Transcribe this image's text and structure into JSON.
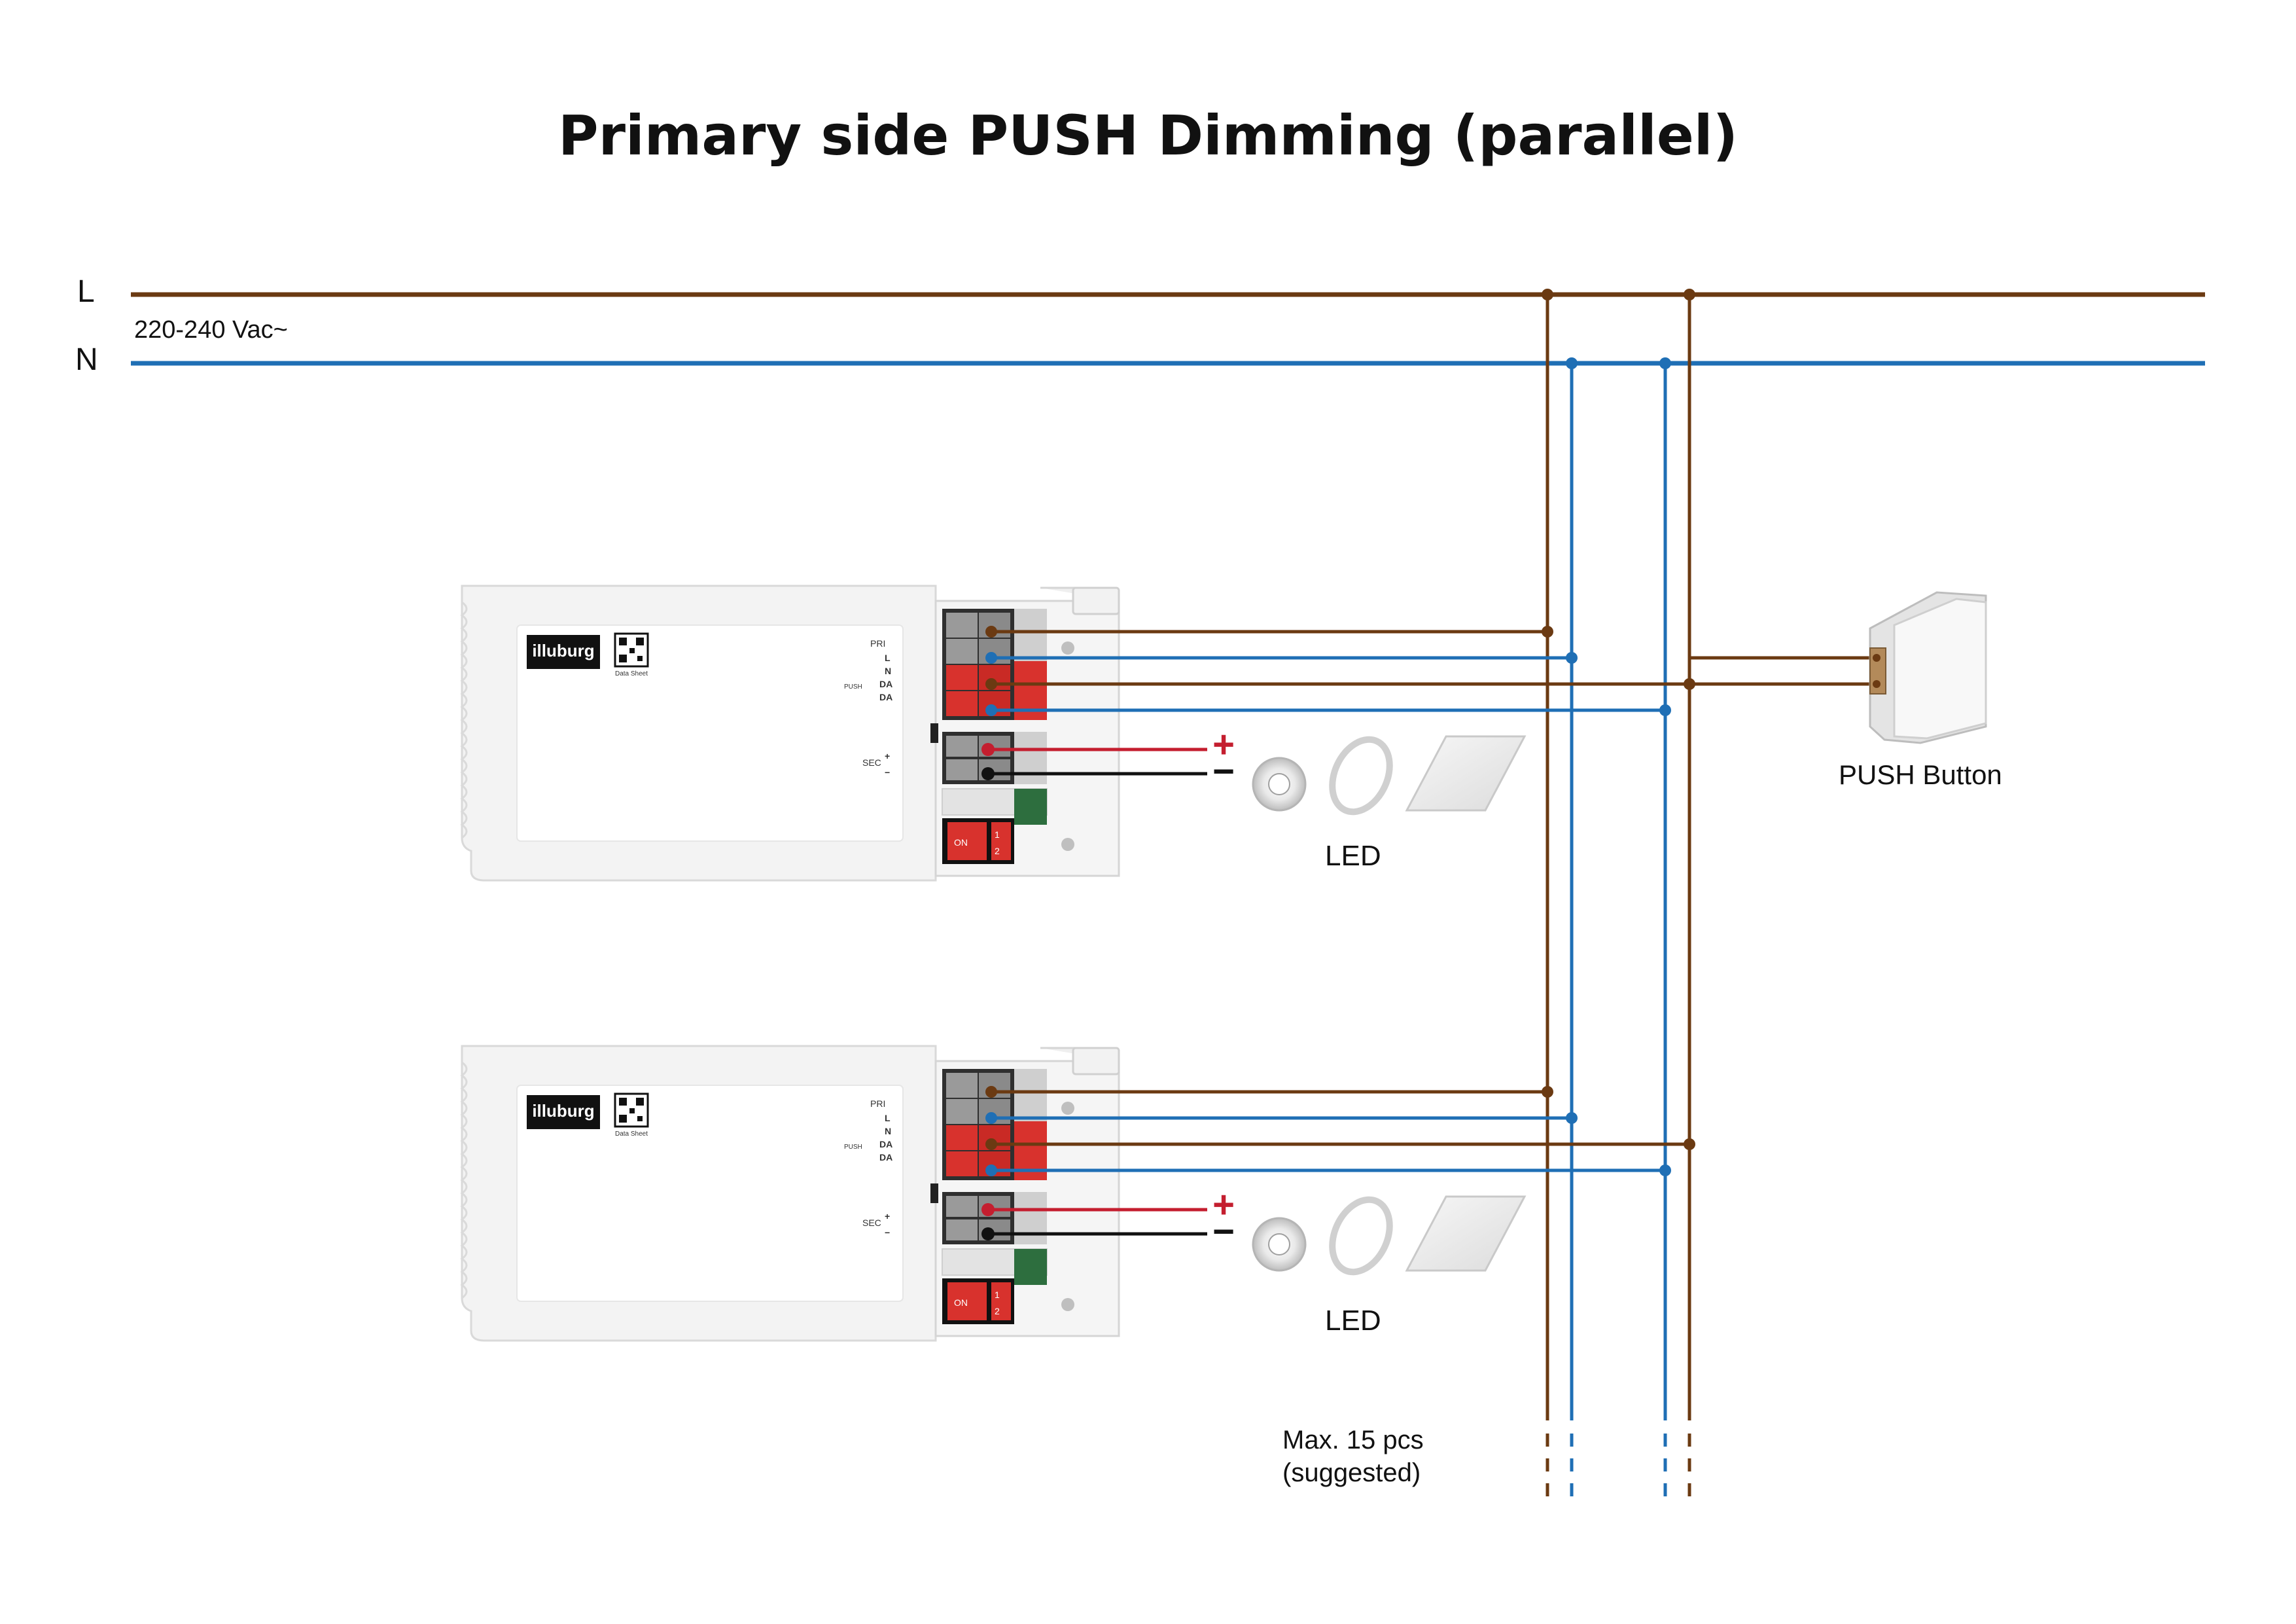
{
  "title": "Primary side PUSH Dimming (parallel)",
  "mains": {
    "line_label": "L",
    "neutral_label": "N",
    "voltage": "220-240 Vac~"
  },
  "colors": {
    "line_wire": "#6b3a12",
    "neutral_wire": "#1f6fb5",
    "positive_wire": "#c41e2f",
    "negative_wire": "#111111",
    "terminal_red": "#d8322d"
  },
  "drivers": [
    {
      "brand": "illuburg",
      "qr_caption": "Data Sheet",
      "primary_label": "PRI",
      "secondary_label": "SEC",
      "terminals": [
        "L",
        "N",
        "DA",
        "DA"
      ],
      "push_label": "PUSH",
      "led_plus": "+",
      "led_minus": "−",
      "dip_on": "ON",
      "dip_1": "1",
      "dip_2": "2",
      "led_label": "LED"
    },
    {
      "brand": "illuburg",
      "qr_caption": "Data Sheet",
      "primary_label": "PRI",
      "secondary_label": "SEC",
      "terminals": [
        "L",
        "N",
        "DA",
        "DA"
      ],
      "push_label": "PUSH",
      "led_plus": "+",
      "led_minus": "−",
      "dip_on": "ON",
      "dip_1": "1",
      "dip_2": "2",
      "led_label": "LED"
    }
  ],
  "push_button_label": "PUSH Button",
  "max_note_line1": "Max. 15 pcs",
  "max_note_line2": "(suggested)"
}
